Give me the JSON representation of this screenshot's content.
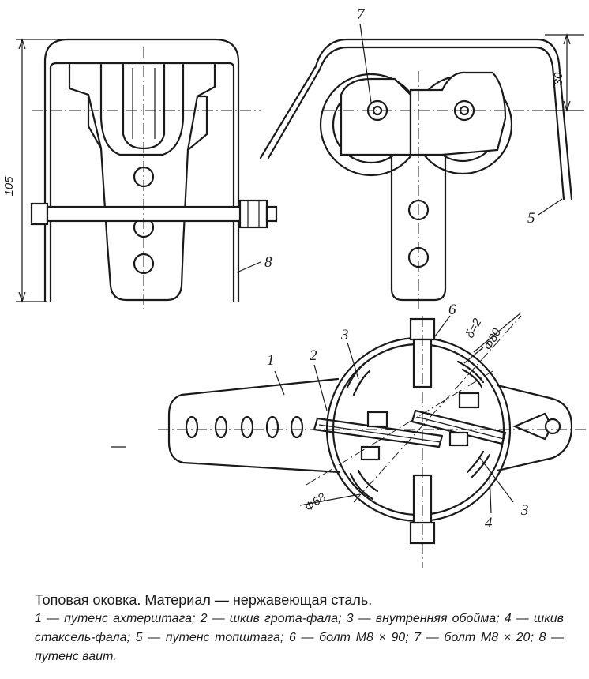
{
  "labels": {
    "l1": "1",
    "l2": "2",
    "l3a": "3",
    "l3b": "3",
    "l4": "4",
    "l5": "5",
    "l6": "6",
    "l7": "7",
    "l8": "8"
  },
  "dimensions": {
    "height_total": "105",
    "height_upper": "30",
    "gap": "δ=2",
    "dia_outer": "Ф80",
    "dia_inner": "Ф68"
  },
  "caption": {
    "title": "Топовая оковка. Материал — нержавеющая сталь.",
    "legend": "1 — путенс ахтерштага; 2 — шкив грота-фала; 3 — внутренняя обойма; 4 — шкив стаксель-фала; 5 — путенс топштага; 6 — болт М8 × 90; 7 — болт М8 × 20; 8 — путенс ваит."
  }
}
